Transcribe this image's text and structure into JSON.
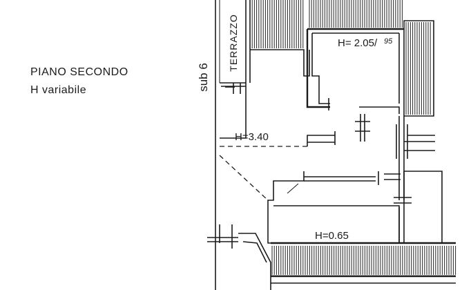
{
  "plan": {
    "floor_label": "PIANO SECONDO",
    "height_label": "H variabile",
    "unit_label": "sub 6",
    "terrace_label": "TERRAZZO",
    "room_heights": {
      "top_room": "H= 2.05/",
      "top_room_annotation": "95",
      "main_room": "H=3.40",
      "bottom_room": "H=0.65"
    }
  }
}
